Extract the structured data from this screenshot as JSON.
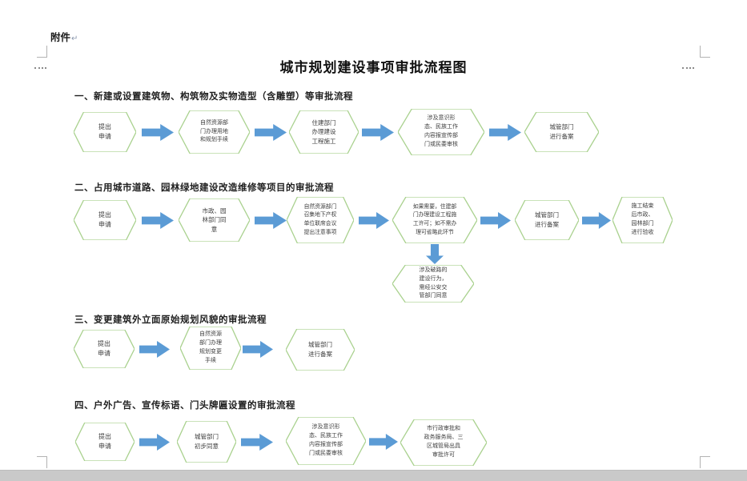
{
  "page": {
    "attachment_label": "附件",
    "paragraph_mark": "↵",
    "title": "城市规划建设事项审批流程图"
  },
  "colors": {
    "hex_border": "#A9D18E",
    "arrow_fill": "#5B9BD5",
    "node_text": "#3d3d3d"
  },
  "sections": [
    {
      "heading": "一、新建或设置建筑物、构筑物及实物造型（含雕塑）等审批流程",
      "nodes": [
        "提出\n申请",
        "自然资源部\n门办理用地\n和规划手续",
        "住建部门\n办理建设\n工程施工",
        "涉及意识形\n态、民族工作\n内容报宣传部\n门或民委审核",
        "城管部门\n进行备案"
      ]
    },
    {
      "heading": "二、占用城市道路、园林绿地建设改造维修等项目的审批流程",
      "nodes": [
        "提出\n申请",
        "市政、园\n林部门同\n意",
        "自然资源部门\n召集地下产权\n单位联席会议\n提出注意事项",
        "如果需要，住建部\n门办理建设工程施\n工许可；如不需办\n理可省略此环节",
        "城管部门\n进行备案",
        "施工结束\n后市政、\n园林部门\n进行验收"
      ],
      "branch": "涉及破路的\n建设行为，\n需经公安交\n管部门同意"
    },
    {
      "heading": "三、变更建筑外立面原始规划风貌的审批流程",
      "nodes": [
        "提出\n申请",
        "自然资源\n部门办理\n规划变更\n手续",
        "城管部门\n进行备案"
      ]
    },
    {
      "heading": "四、户外广告、宣传标语、门头牌匾设置的审批流程",
      "nodes": [
        "提出\n申请",
        "城管部门\n初步同意",
        "涉及意识形\n态、民族工作\n内容报宣传部\n门或民委审核",
        "市行政审批和\n政务服务局、三\n区城管局出具\n审批许可"
      ]
    }
  ]
}
